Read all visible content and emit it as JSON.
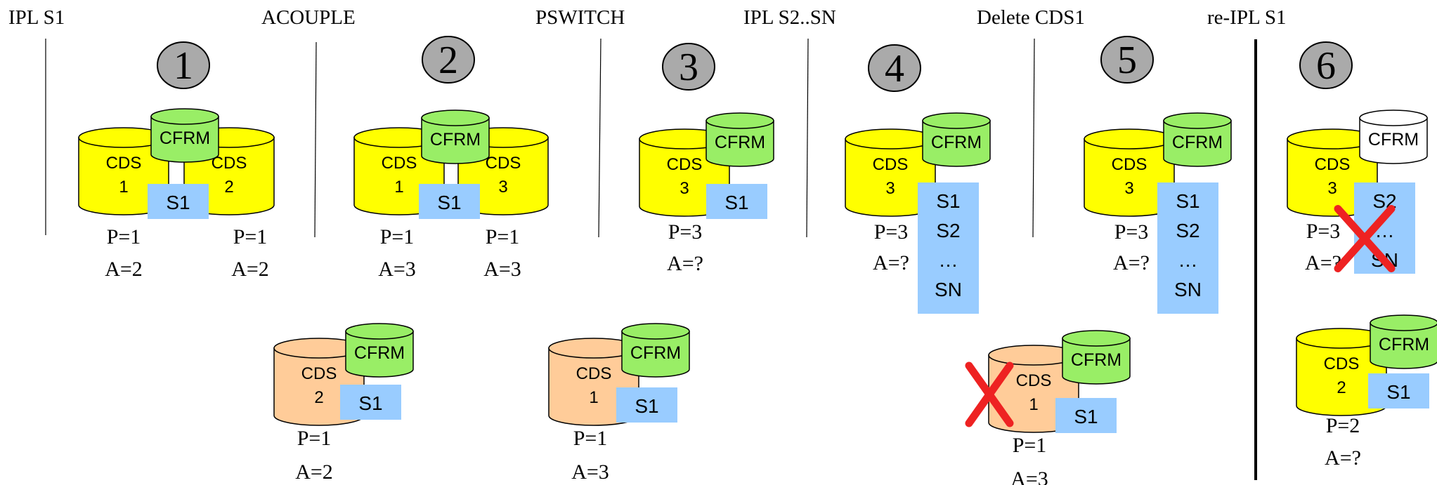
{
  "colors": {
    "cds_active": "#ffff00",
    "cds_alternate": "#ffcc99",
    "cfrm": "#99ee66",
    "system_box": "#99ccff",
    "step_circle": "#aaaaaa",
    "cross": "#ee2222",
    "line": "#000000"
  },
  "icons": [
    "dataset-cylinder-icon",
    "step-number-circle-icon",
    "delete-cross-icon"
  ],
  "headers": [
    "IPL S1",
    "ACOUPLE",
    "PSWITCH",
    "IPL S2..SN",
    "Delete CDS1",
    "re-IPL S1"
  ],
  "step_numbers": [
    "1",
    "2",
    "3",
    "4",
    "5",
    "6"
  ],
  "stacks": [
    {
      "cds": [
        {
          "label": [
            "CDS",
            "1"
          ],
          "fill": "active"
        },
        {
          "label": [
            "CDS",
            "2"
          ],
          "fill": "active"
        }
      ],
      "cfrm": "CFRM",
      "cfrm_fill": "cfrm",
      "systems": [
        "S1"
      ],
      "params": [
        [
          "P=1",
          "A=2"
        ],
        [
          "P=1",
          "A=2"
        ]
      ]
    },
    {
      "cds": [
        {
          "label": [
            "CDS",
            "1"
          ],
          "fill": "active"
        },
        {
          "label": [
            "CDS",
            "3"
          ],
          "fill": "active"
        }
      ],
      "cfrm": "CFRM",
      "cfrm_fill": "cfrm",
      "systems": [
        "S1"
      ],
      "params": [
        [
          "P=1",
          "A=3"
        ],
        [
          "P=1",
          "A=3"
        ]
      ]
    },
    {
      "cds": [
        {
          "label": [
            "CDS",
            "3"
          ],
          "fill": "active"
        }
      ],
      "cfrm": "CFRM",
      "cfrm_fill": "cfrm",
      "systems": [
        "S1"
      ],
      "params": [
        [
          "P=3",
          "A=?"
        ]
      ]
    },
    {
      "cds": [
        {
          "label": [
            "CDS",
            "3"
          ],
          "fill": "active"
        }
      ],
      "cfrm": "CFRM",
      "cfrm_fill": "cfrm",
      "systems": [
        "S1",
        "S2",
        "…",
        "SN"
      ],
      "params": [
        [
          "P=3",
          "A=?"
        ]
      ]
    },
    {
      "cds": [
        {
          "label": [
            "CDS",
            "3"
          ],
          "fill": "active"
        }
      ],
      "cfrm": "CFRM",
      "cfrm_fill": "cfrm",
      "systems": [
        "S1",
        "S2",
        "…",
        "SN"
      ],
      "params": [
        [
          "P=3",
          "A=?"
        ]
      ]
    },
    {
      "cds": [
        {
          "label": [
            "CDS",
            "3"
          ],
          "fill": "active"
        }
      ],
      "cfrm": "CFRM",
      "cfrm_fill": "none",
      "systems": [
        "S2",
        "…",
        "SN"
      ],
      "params": [
        [
          "P=3",
          "A=?"
        ]
      ],
      "crossed": true
    },
    {
      "cds": [
        {
          "label": [
            "CDS",
            "2"
          ],
          "fill": "alternate"
        }
      ],
      "cfrm": "CFRM",
      "cfrm_fill": "cfrm",
      "systems": [
        "S1"
      ],
      "params": [
        [
          "P=1",
          "A=2"
        ]
      ]
    },
    {
      "cds": [
        {
          "label": [
            "CDS",
            "1"
          ],
          "fill": "alternate"
        }
      ],
      "cfrm": "CFRM",
      "cfrm_fill": "cfrm",
      "systems": [
        "S1"
      ],
      "params": [
        [
          "P=1",
          "A=3"
        ]
      ]
    },
    {
      "cds": [
        {
          "label": [
            "CDS",
            "1"
          ],
          "fill": "alternate"
        }
      ],
      "cfrm": "CFRM",
      "cfrm_fill": "cfrm",
      "systems": [
        "S1"
      ],
      "params": [
        [
          "P=1",
          "A=3"
        ]
      ],
      "crossed": true
    },
    {
      "cds": [
        {
          "label": [
            "CDS",
            "2"
          ],
          "fill": "active"
        }
      ],
      "cfrm": "CFRM",
      "cfrm_fill": "cfrm",
      "systems": [
        "S1"
      ],
      "params": [
        [
          "P=2",
          "A=?"
        ]
      ]
    }
  ]
}
